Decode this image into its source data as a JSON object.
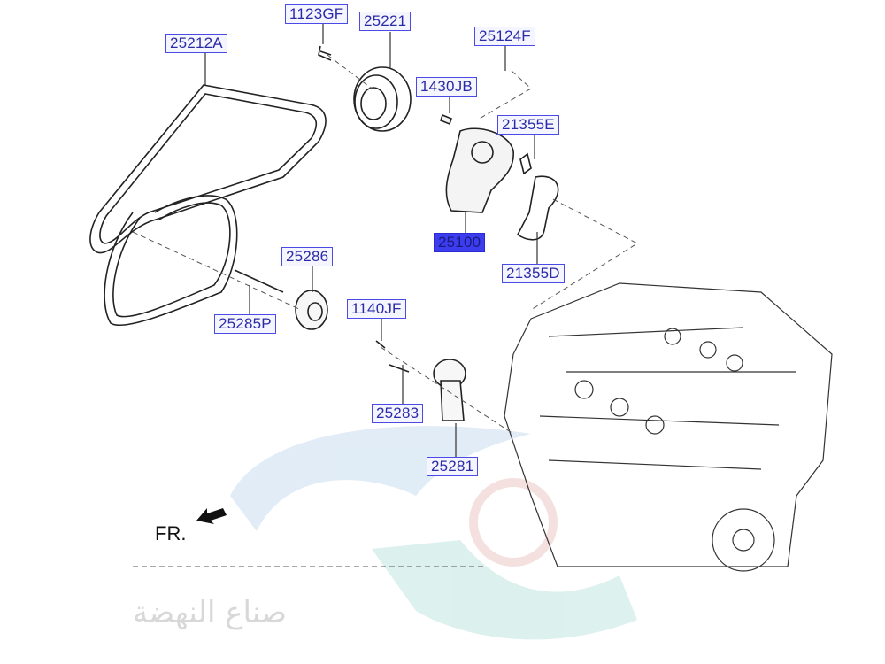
{
  "diagram": {
    "callouts": [
      {
        "id": "25212A",
        "part": "drive-belt"
      },
      {
        "id": "1123GF",
        "part": "pulley-bolt"
      },
      {
        "id": "25221",
        "part": "water-pump-pulley"
      },
      {
        "id": "25124F",
        "part": "pump-bolt"
      },
      {
        "id": "1430JB",
        "part": "dowel-pin"
      },
      {
        "id": "21355E",
        "part": "o-ring"
      },
      {
        "id": "25100",
        "part": "water-pump",
        "selected": true
      },
      {
        "id": "21355D",
        "part": "gasket"
      },
      {
        "id": "25286",
        "part": "idler-pulley"
      },
      {
        "id": "25285P",
        "part": "idler-bolt"
      },
      {
        "id": "1140JF",
        "part": "tensioner-bolt"
      },
      {
        "id": "25283",
        "part": "tensioner-bolt-long"
      },
      {
        "id": "25281",
        "part": "belt-tensioner"
      }
    ],
    "front_marker": "FR.",
    "watermark": "صناع النهضة",
    "colors": {
      "callout_border": "#4a4ae6",
      "callout_text": "#2b2ba8",
      "selected_fill": "#3d3df0"
    }
  }
}
